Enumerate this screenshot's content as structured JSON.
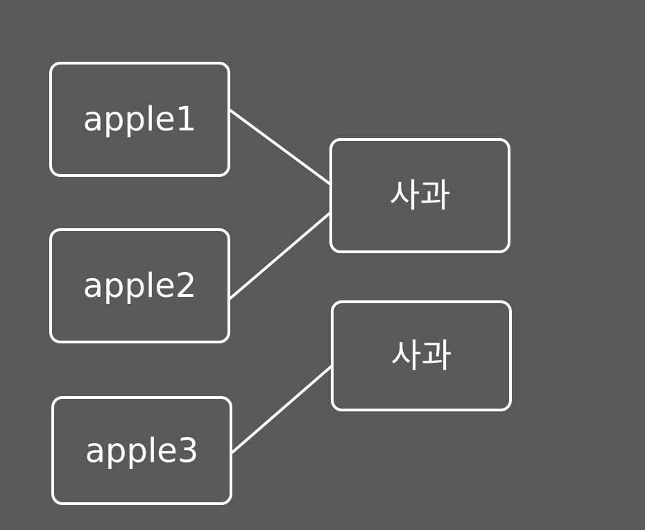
{
  "diagram": {
    "colors": {
      "background": "#595959",
      "stroke": "#ffffff",
      "text": "#ffffff"
    },
    "nodes": [
      {
        "id": "apple1",
        "label": "apple1"
      },
      {
        "id": "apple2",
        "label": "apple2"
      },
      {
        "id": "apple3",
        "label": "apple3"
      },
      {
        "id": "sagwa1",
        "label": "사과"
      },
      {
        "id": "sagwa2",
        "label": "사과"
      }
    ],
    "edges": [
      {
        "from": "apple1",
        "to": "sagwa1"
      },
      {
        "from": "apple2",
        "to": "sagwa1"
      },
      {
        "from": "apple3",
        "to": "sagwa2"
      }
    ]
  }
}
